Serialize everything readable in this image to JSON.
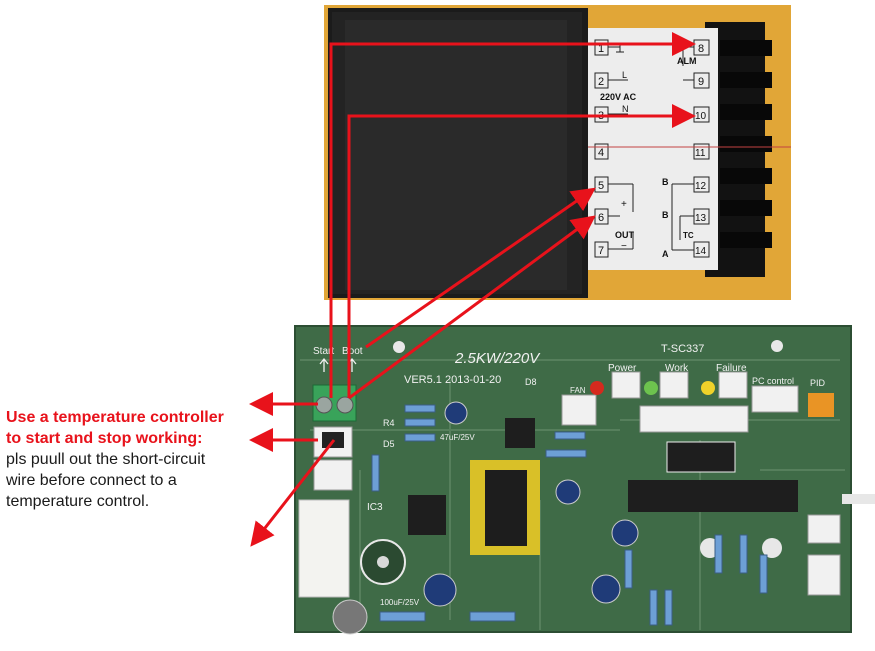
{
  "caption": {
    "heading_line1": "Use a temperature controller",
    "heading_line2": "to start and stop working:",
    "body_line1": "pls puull out the short-circuit",
    "body_line2": "wire before connect to a",
    "body_line3": "temperature control."
  },
  "controller": {
    "terminals": [
      "1",
      "2",
      "3",
      "4",
      "5",
      "6",
      "7",
      "8",
      "9",
      "10",
      "11",
      "12",
      "13",
      "14"
    ],
    "label_alm": "ALM",
    "label_l": "L",
    "label_n": "N",
    "label_supply": "220V AC",
    "label_out": "OUT",
    "label_plus": "+",
    "label_minus": "−",
    "label_b1": "B",
    "label_b2": "B",
    "label_a": "A",
    "label_tc": "TC"
  },
  "board": {
    "title": "2.5KW/220V",
    "model": "T-SC337",
    "version": "VER5.1  2013-01-20",
    "label_start": "Start",
    "label_boot": "Boot",
    "label_power": "Power",
    "label_work": "Work",
    "label_failure": "Failure",
    "label_pc_control": "PC control",
    "label_pid": "PID",
    "label_fan": "FAN",
    "label_cap1": "47uF/25V",
    "label_cap2": "100uF/25V",
    "label_ic": "IC3",
    "label_d5": "D5",
    "label_d8": "D8",
    "label_ref": "R4"
  },
  "colors": {
    "arrow": "#e8121b",
    "pcb": "#3f6b47",
    "controller_body": "#1c1c1c",
    "backdrop": "#e1a637",
    "label_panel": "#eeeeee"
  }
}
